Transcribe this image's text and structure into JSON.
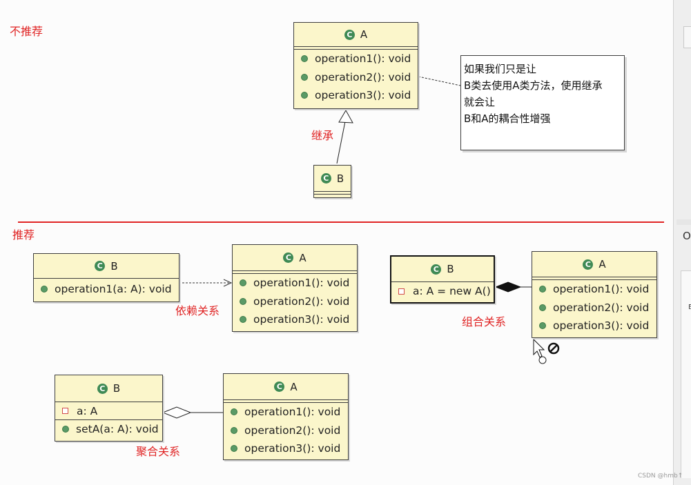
{
  "labels": {
    "not_recommended": "不推荐",
    "recommended": "推荐",
    "inheritance": "继承",
    "dependency": "依赖关系",
    "composition": "组合关系",
    "aggregation": "聚合关系"
  },
  "top_a": {
    "name": "A",
    "methods": [
      "operation1(): void",
      "operation2(): void",
      "operation3(): void"
    ]
  },
  "top_b": {
    "name": "B"
  },
  "note": {
    "lines": [
      "如果我们只是让",
      "B类去使用A类方法，使用继承",
      "就会让",
      "B和A的耦合性增强"
    ]
  },
  "dep_b": {
    "name": "B",
    "method": "operation1(a: A): void"
  },
  "dep_a": {
    "name": "A",
    "methods": [
      "operation1(): void",
      "operation2(): void",
      "operation3(): void"
    ]
  },
  "comp_b": {
    "name": "B",
    "field": "a: A = new A()"
  },
  "comp_a": {
    "name": "A",
    "methods": [
      "operation1(): void",
      "operation2(): void",
      "operation3(): void"
    ]
  },
  "agg_b": {
    "name": "B",
    "field": "a: A",
    "method": "setA(a: A): void"
  },
  "agg_a": {
    "name": "A",
    "methods": [
      "operation1(): void",
      "operation2(): void",
      "operation3(): void"
    ]
  },
  "class_icon_letter": "C",
  "right_panel_label": "O",
  "watermark": "CSDN @hmb↑",
  "colors": {
    "class_fill": "#fbf6cb",
    "red": "#e02424",
    "green_icon": "#3f8a55"
  }
}
